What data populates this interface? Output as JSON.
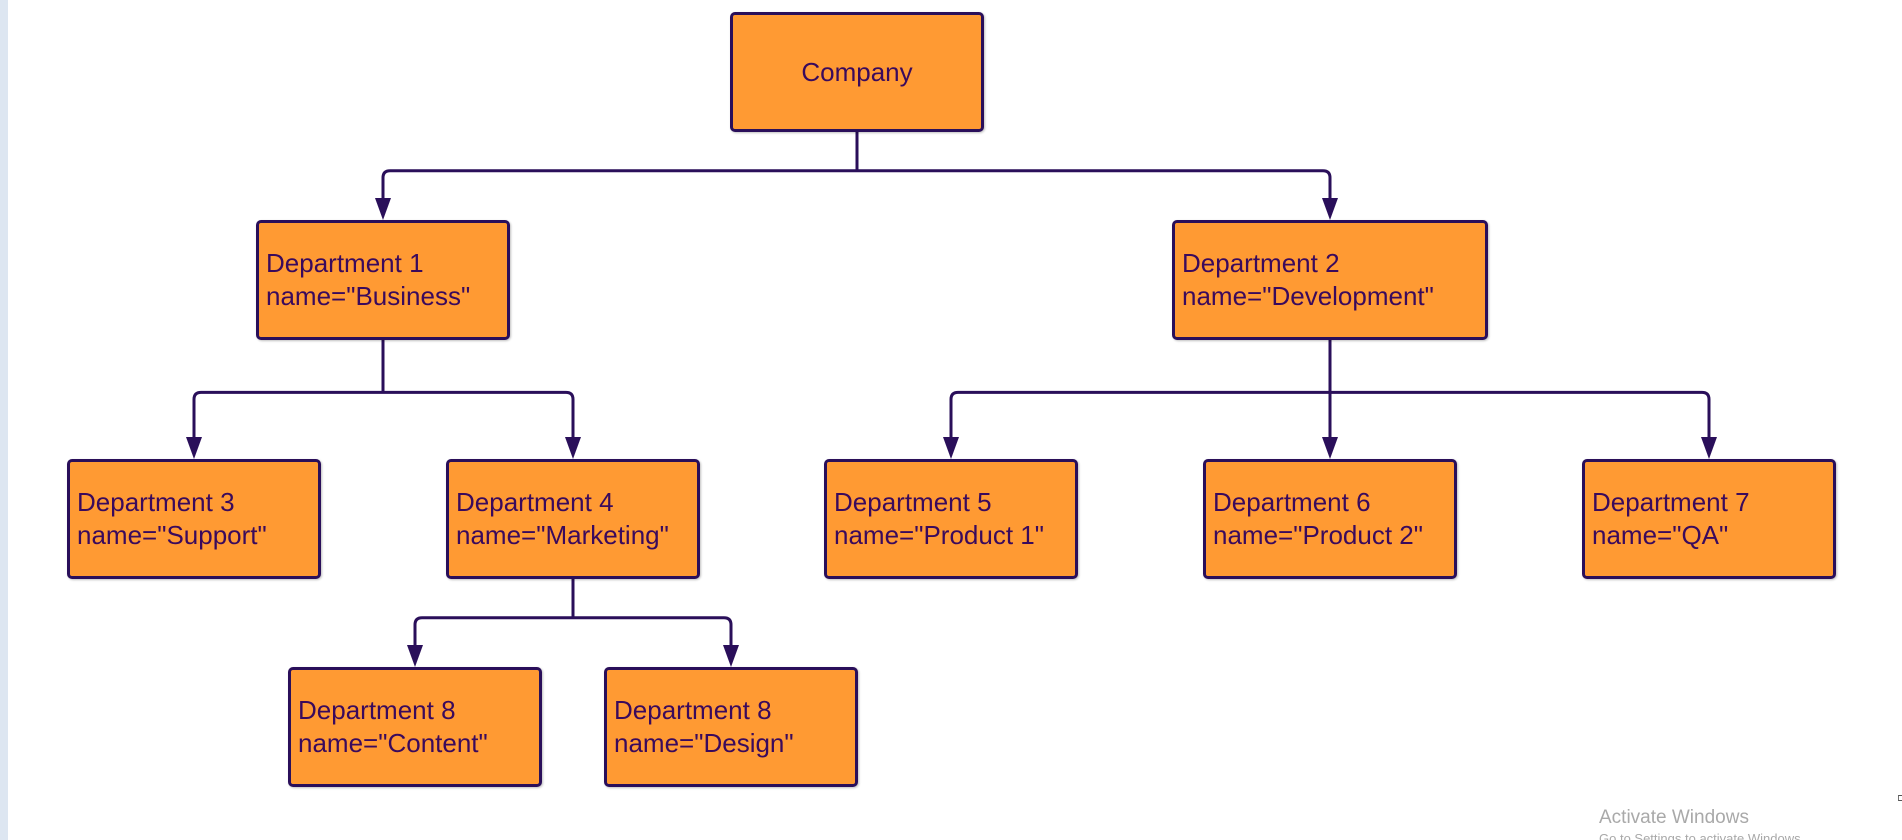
{
  "colors": {
    "node_fill": "#ff9a33",
    "node_border": "#2a0f5a",
    "node_text": "#3a0a5c",
    "connector": "#2a0f5a",
    "background": "#ffffff"
  },
  "nodes": {
    "company": {
      "line1": "Company"
    },
    "dept1": {
      "line1": "Department 1",
      "line2": "name=\"Business\""
    },
    "dept2": {
      "line1": "Department 2",
      "line2": "name=\"Development\""
    },
    "dept3": {
      "line1": "Department 3",
      "line2": "name=\"Support\""
    },
    "dept4": {
      "line1": "Department 4",
      "line2": "name=\"Marketing\""
    },
    "dept5": {
      "line1": "Department 5",
      "line2": "name=\"Product 1\""
    },
    "dept6": {
      "line1": "Department 6",
      "line2": "name=\"Product 2\""
    },
    "dept7": {
      "line1": "Department 7",
      "line2": "name=\"QA\""
    },
    "dept8a": {
      "line1": "Department 8",
      "line2": "name=\"Content\""
    },
    "dept8b": {
      "line1": "Department 8",
      "line2": "name=\"Design\""
    }
  },
  "edges": [
    [
      "company",
      "dept1"
    ],
    [
      "company",
      "dept2"
    ],
    [
      "dept1",
      "dept3"
    ],
    [
      "dept1",
      "dept4"
    ],
    [
      "dept2",
      "dept5"
    ],
    [
      "dept2",
      "dept6"
    ],
    [
      "dept2",
      "dept7"
    ],
    [
      "dept4",
      "dept8a"
    ],
    [
      "dept4",
      "dept8b"
    ]
  ],
  "watermark": {
    "title": "Activate Windows",
    "subtitle": "Go to Settings to activate Windows."
  }
}
